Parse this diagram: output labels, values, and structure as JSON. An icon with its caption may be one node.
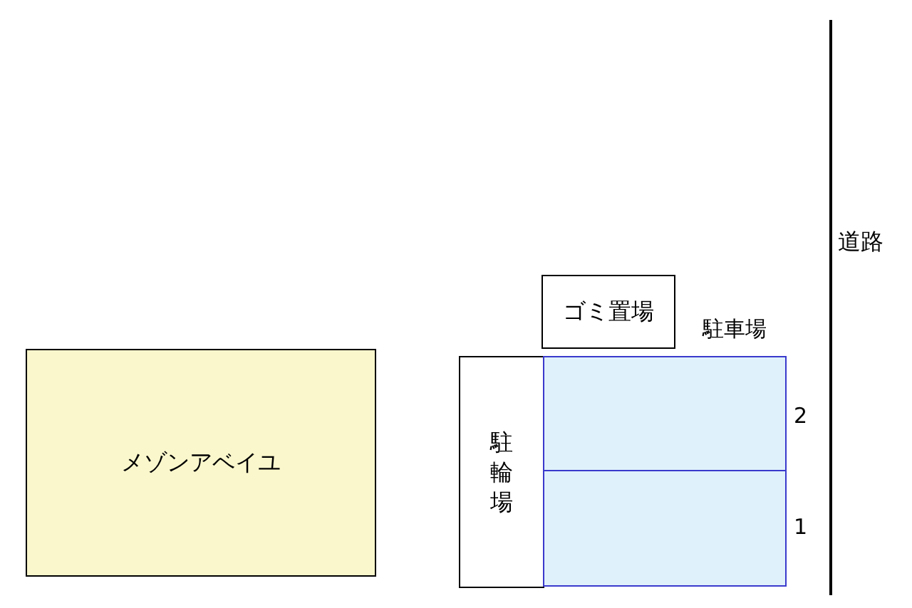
{
  "diagram": {
    "nodes": [
      {
        "text": [
          "メゾンアベイユ"
        ]
      },
      {
        "text": [
          "駐輪場"
        ]
      },
      {
        "text": [
          "ゴミ置場"
        ]
      },
      {
        "text": [
          "駐車場"
        ]
      },
      {
        "text": [],
        "shape": "box",
        "in": 3,
        "beside": [
          "2"
        ]
      },
      {
        "text": [],
        "shape": "box",
        "in": 3,
        "beside": [
          "1"
        ]
      }
    ],
    "labels": [
      "道路"
    ]
  }
}
